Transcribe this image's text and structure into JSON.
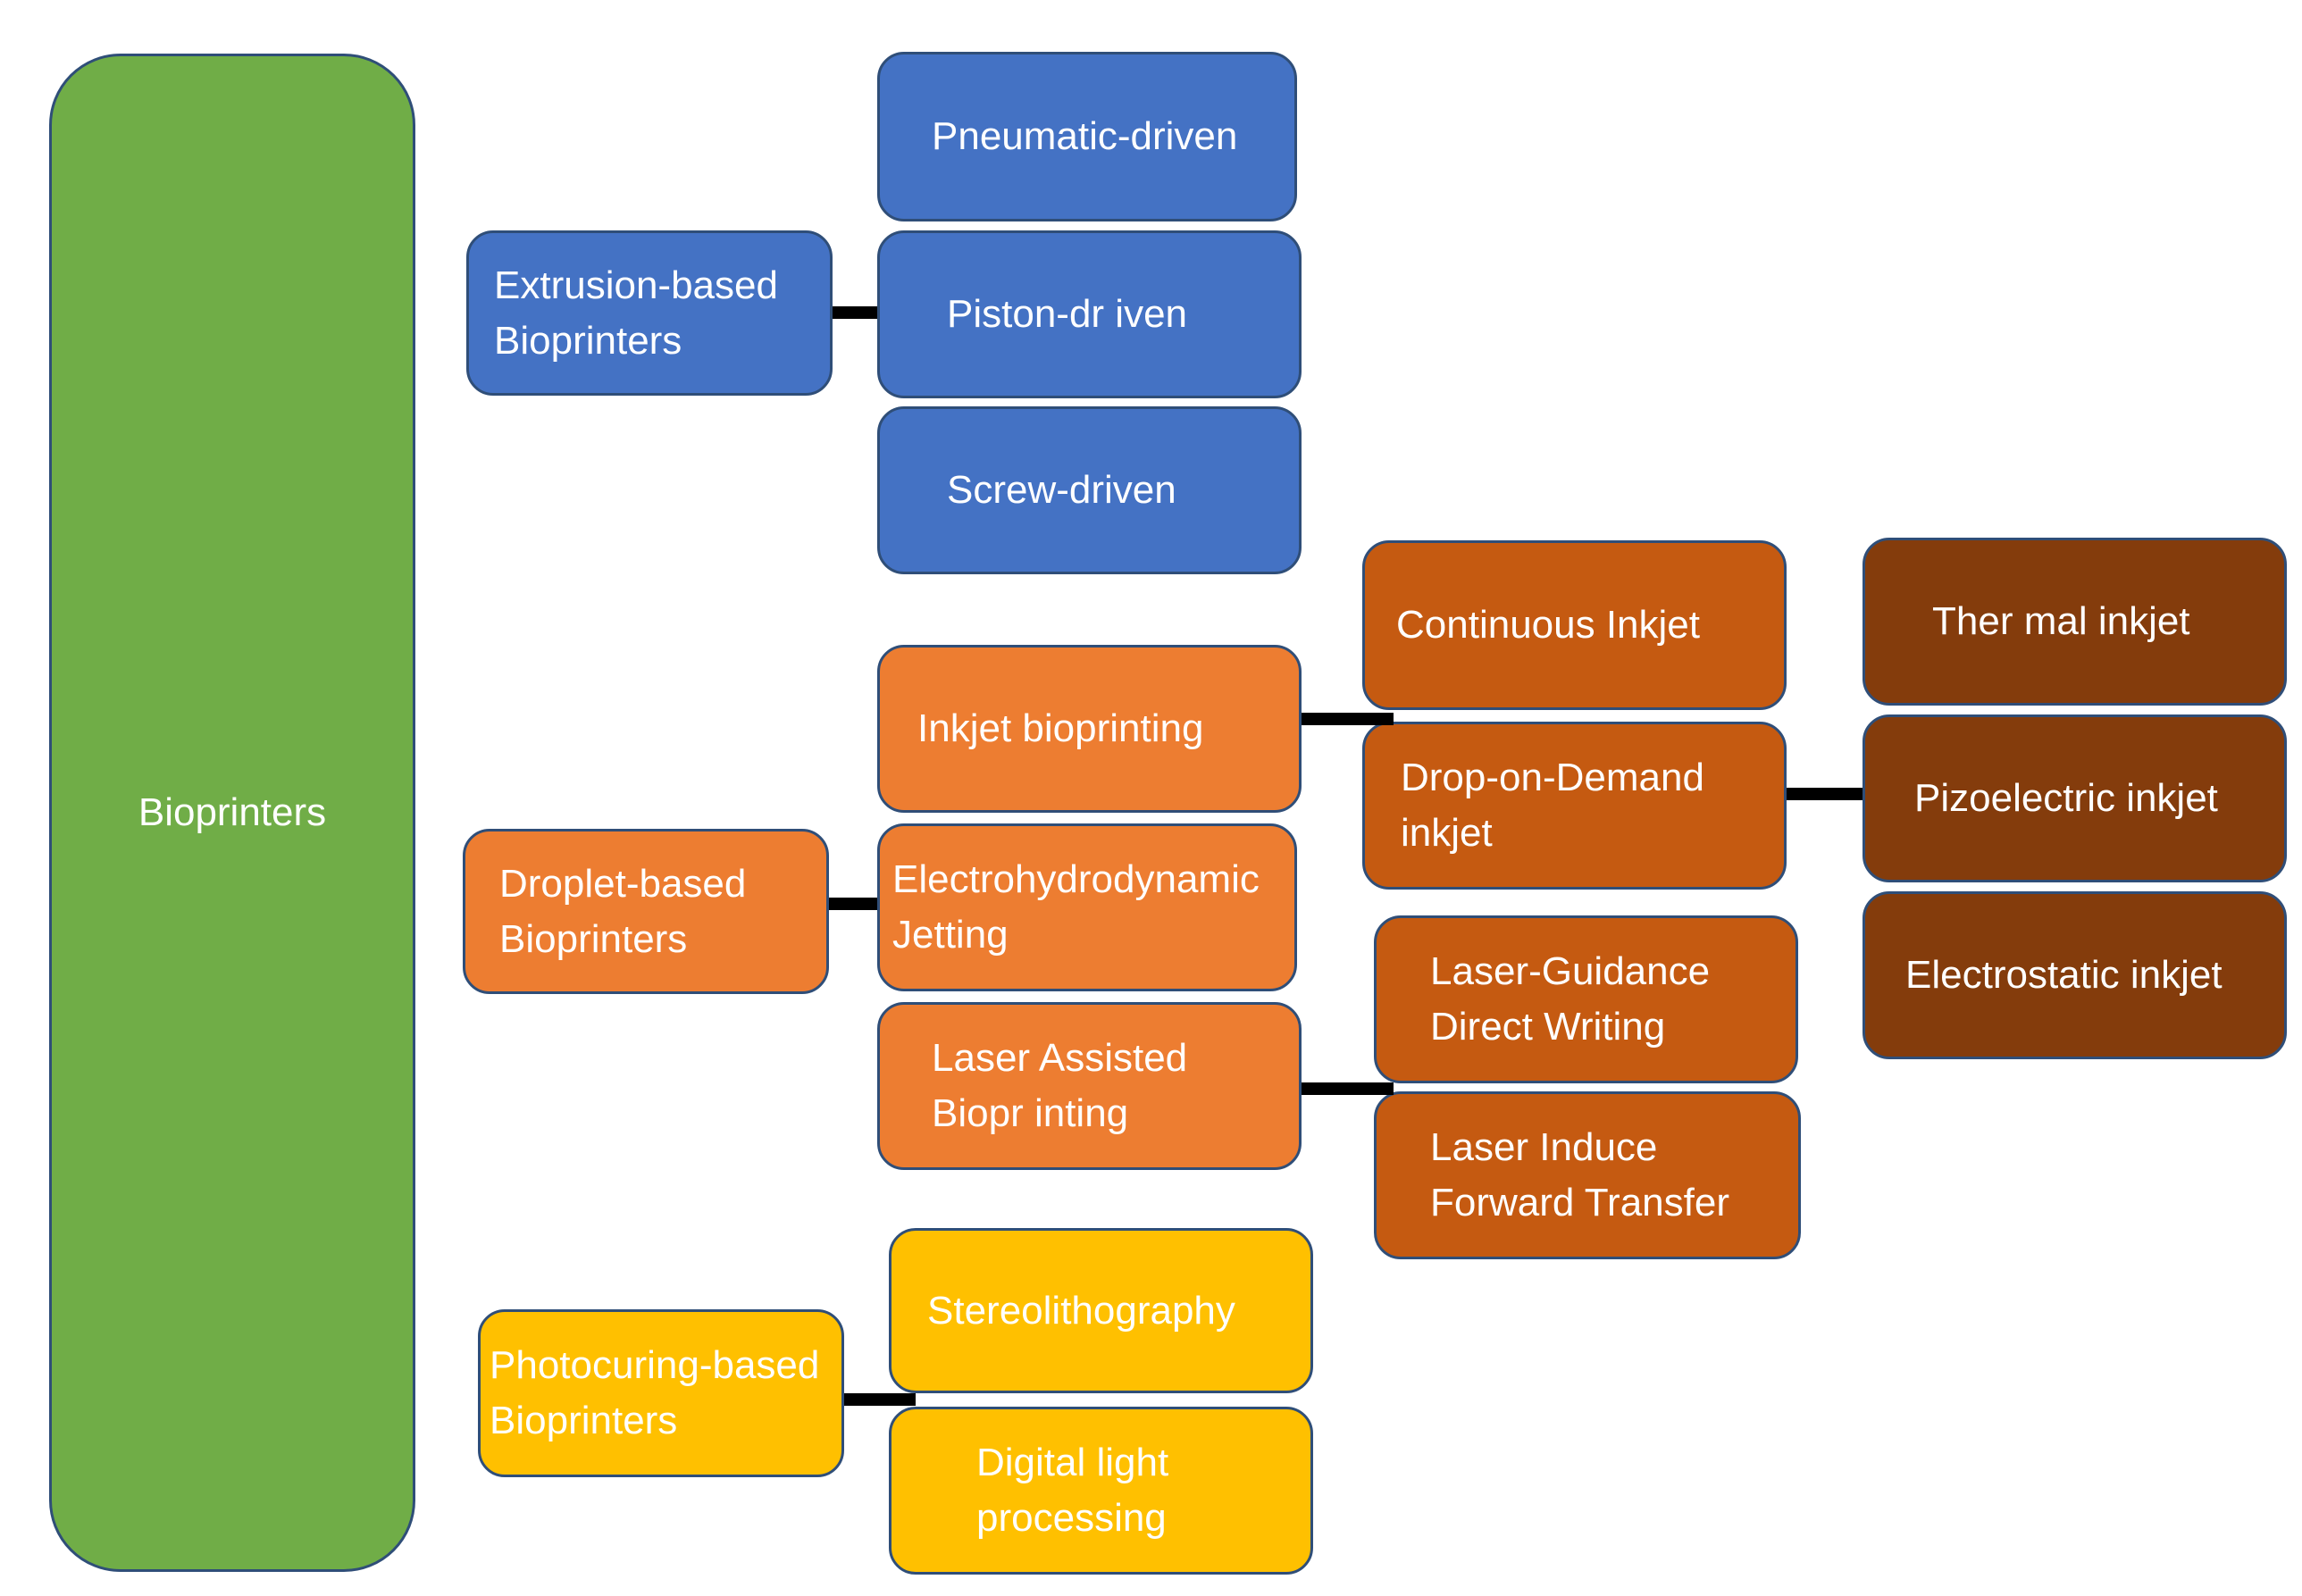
{
  "diagram": {
    "root": {
      "label": "Bioprinters"
    },
    "extrusion": {
      "label": "Extrusion-based\nBioprinters",
      "children": [
        "Pneumatic-driven",
        "Piston-dr iven",
        "Screw-driven"
      ]
    },
    "droplet": {
      "label": "Droplet-based\nBioprinters",
      "children": [
        "Inkjet bioprinting",
        "Electrohydrodynamic\nJetting",
        "Laser Assisted\nBiopr inting"
      ]
    },
    "inkjet": {
      "children": [
        "Continuous Inkjet",
        "Drop-on-Demand\n inkjet"
      ]
    },
    "drop_on_demand": {
      "children": [
        "Ther mal inkjet",
        "Pizoelectric inkjet",
        "Electrostatic inkjet"
      ]
    },
    "laser": {
      "children": [
        "Laser-Guidance\nDirect Writing",
        "Laser Induce\nForward Transfer"
      ]
    },
    "photocuring": {
      "label": "Photocuring-based\nBioprinters",
      "children": [
        "Stereolithography",
        "Digital light\nprocessing"
      ]
    },
    "colors": {
      "root": "#70ad47",
      "extrusion": "#4472c4",
      "droplet": "#ed7d31",
      "droplet_sub": "#c55a11",
      "droplet_sub2": "#843c0c",
      "photocuring": "#ffc000",
      "border": "#2f4e78",
      "connector": "#000000"
    }
  }
}
